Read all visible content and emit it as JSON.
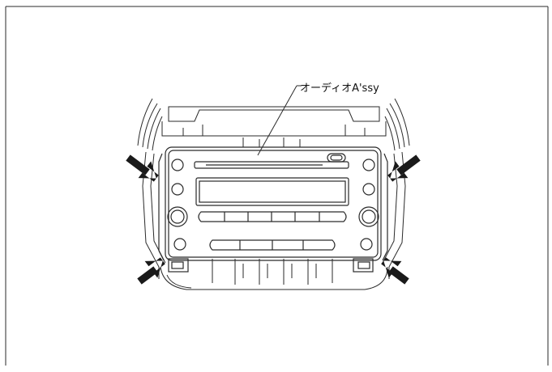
{
  "callout": {
    "label": "オーディオA'ssy"
  },
  "colors": {
    "line": "#2a2a2a",
    "arrow": "#1a1a1a",
    "background": "#ffffff"
  },
  "arrows": [
    "arrow-top-left",
    "arrow-top-right",
    "arrow-bottom-left",
    "arrow-bottom-right"
  ]
}
